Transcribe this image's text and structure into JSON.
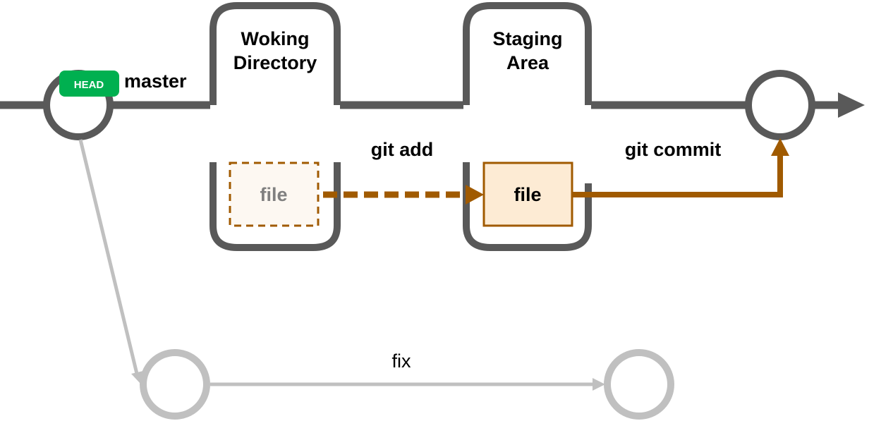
{
  "labels": {
    "head": "HEAD",
    "master": "master",
    "working_directory": [
      "Woking",
      "Directory"
    ],
    "staging_area": [
      "Staging",
      "Area"
    ],
    "file_working": "file",
    "file_staged": "file",
    "git_add": "git add",
    "git_commit": "git commit",
    "fix": "fix"
  },
  "colors": {
    "main_line": "#595959",
    "branch_line": "#c0c0c0",
    "file_arrow": "#a05a00",
    "head_badge": "#00b050",
    "head_text": "#ffffff",
    "staged_file_fill": "#fdebd4",
    "working_file_fill": "#fdf8f2",
    "working_file_text": "#808080",
    "text": "#000000"
  }
}
